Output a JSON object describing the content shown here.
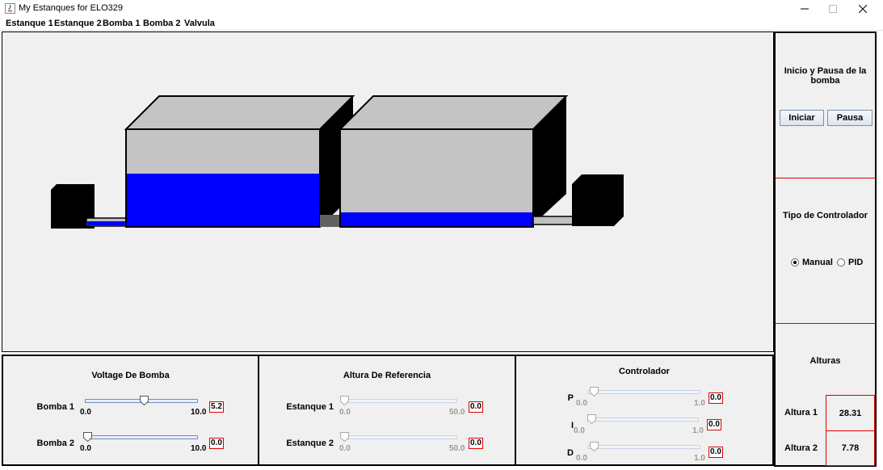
{
  "window": {
    "title": "My Estanques for ELO329"
  },
  "menu": [
    "Estanque 1",
    "Estanque 2",
    "Bomba 1",
    "Bomba 2",
    "Valvula"
  ],
  "colors": {
    "water": "#0000ff",
    "tank_gray": "#c4c4c4",
    "accent_red": "#e00000"
  },
  "tanks": {
    "tank1_level": 0.55,
    "tank2_level": 0.14
  },
  "voltage_panel": {
    "title": "Voltage De Bomba",
    "rows": [
      {
        "label": "Bomba 1",
        "min": "0.0",
        "max": "10.0",
        "value": "5.2",
        "fraction": 0.52
      },
      {
        "label": "Bomba 2",
        "min": "0.0",
        "max": "10.0",
        "value": "0.0",
        "fraction": 0.0
      }
    ]
  },
  "reference_panel": {
    "title": "Altura De Referencia",
    "rows": [
      {
        "label": "Estanque 1",
        "min": "0.0",
        "max": "50.0",
        "value": "0.0"
      },
      {
        "label": "Estanque 2",
        "min": "0.0",
        "max": "50.0",
        "value": "0.0"
      }
    ]
  },
  "controller_panel": {
    "title": "Controlador",
    "rows": [
      {
        "label": "P",
        "min": "0.0",
        "max": "1.0",
        "value": "0.0"
      },
      {
        "label": "I",
        "min": "0.0",
        "max": "1.0",
        "value": "0.0"
      },
      {
        "label": "D",
        "min": "0.0",
        "max": "1.0",
        "value": "0.0"
      }
    ]
  },
  "side": {
    "pump_title": "Inicio y Pausa de la bomba",
    "start_label": "Iniciar",
    "pause_label": "Pausa",
    "controller_title": "Tipo de Controlador",
    "radio_manual": "Manual",
    "radio_pid": "PID",
    "selected": "Manual",
    "heights_title": "Alturas",
    "altura1_label": "Altura 1",
    "altura1_value": "28.31",
    "altura2_label": "Altura 2",
    "altura2_value": "7.78"
  }
}
